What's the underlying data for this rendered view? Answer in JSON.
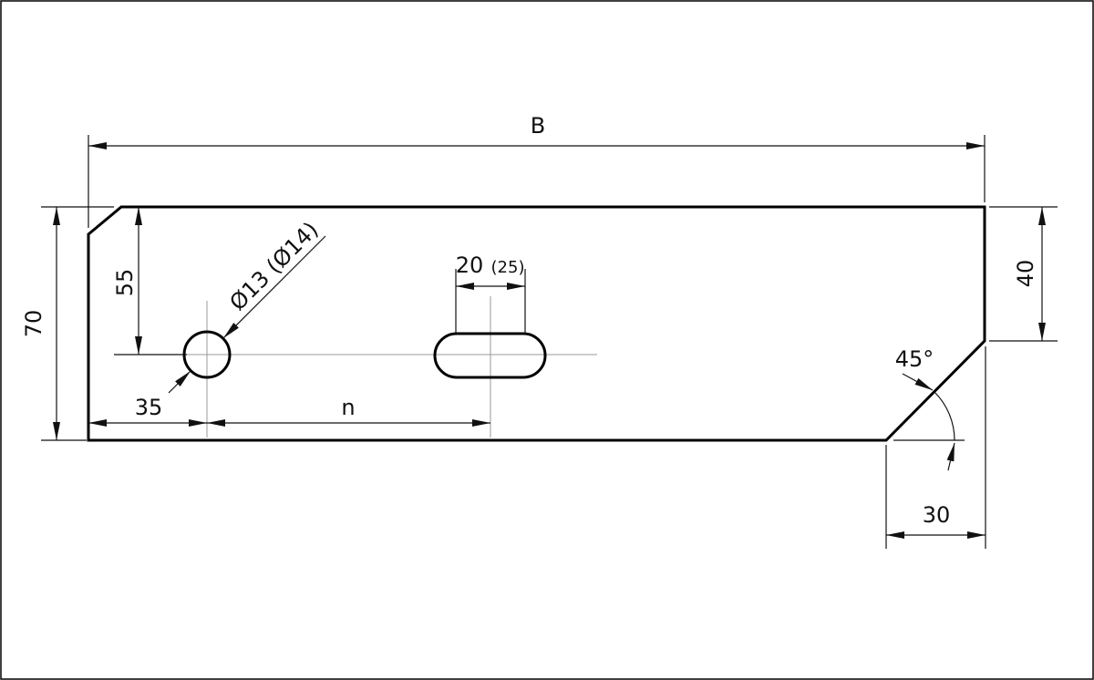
{
  "drawing": {
    "labels": {
      "overall_length": "B",
      "height": "70",
      "hole_vertical_offset": "55",
      "hole_diameter": "Ø13 (Ø14)",
      "hole_horizontal_offset": "35",
      "slot_spacing": "n",
      "slot_width": "20",
      "slot_width_alt": "(25)",
      "right_edge_height": "40",
      "chamfer_angle": "45°",
      "chamfer_width": "30"
    }
  }
}
